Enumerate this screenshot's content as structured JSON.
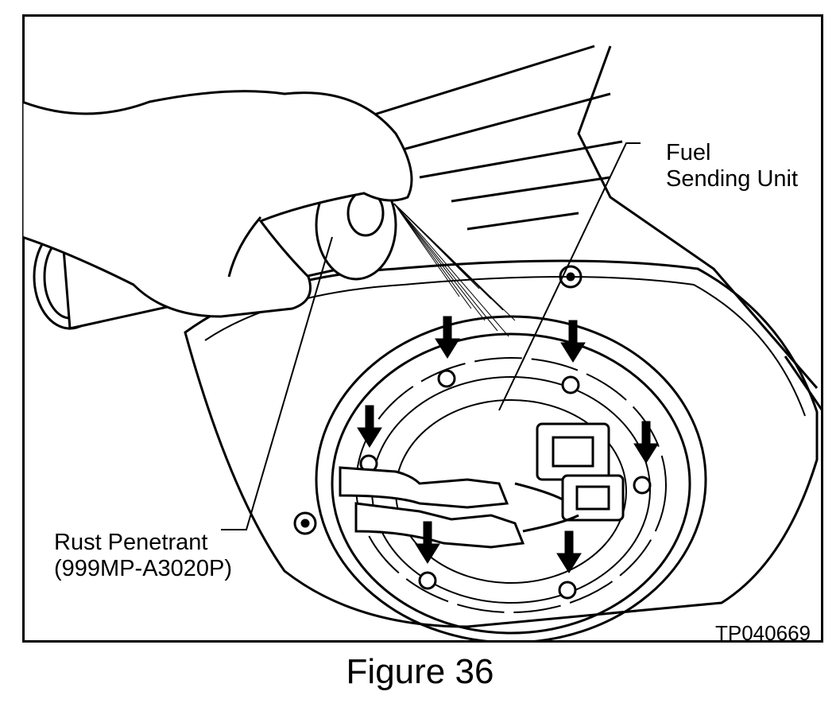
{
  "figure": {
    "caption": "Figure 36",
    "code": "TP040669",
    "callouts": {
      "fuel_sending_unit": [
        "Fuel",
        "Sending Unit"
      ],
      "rust_penetrant": [
        "Rust Penetrant",
        "(999MP-A3020P)"
      ]
    },
    "arrow_count": 6,
    "colors": {
      "ink": "#000000",
      "paper": "#ffffff"
    }
  }
}
